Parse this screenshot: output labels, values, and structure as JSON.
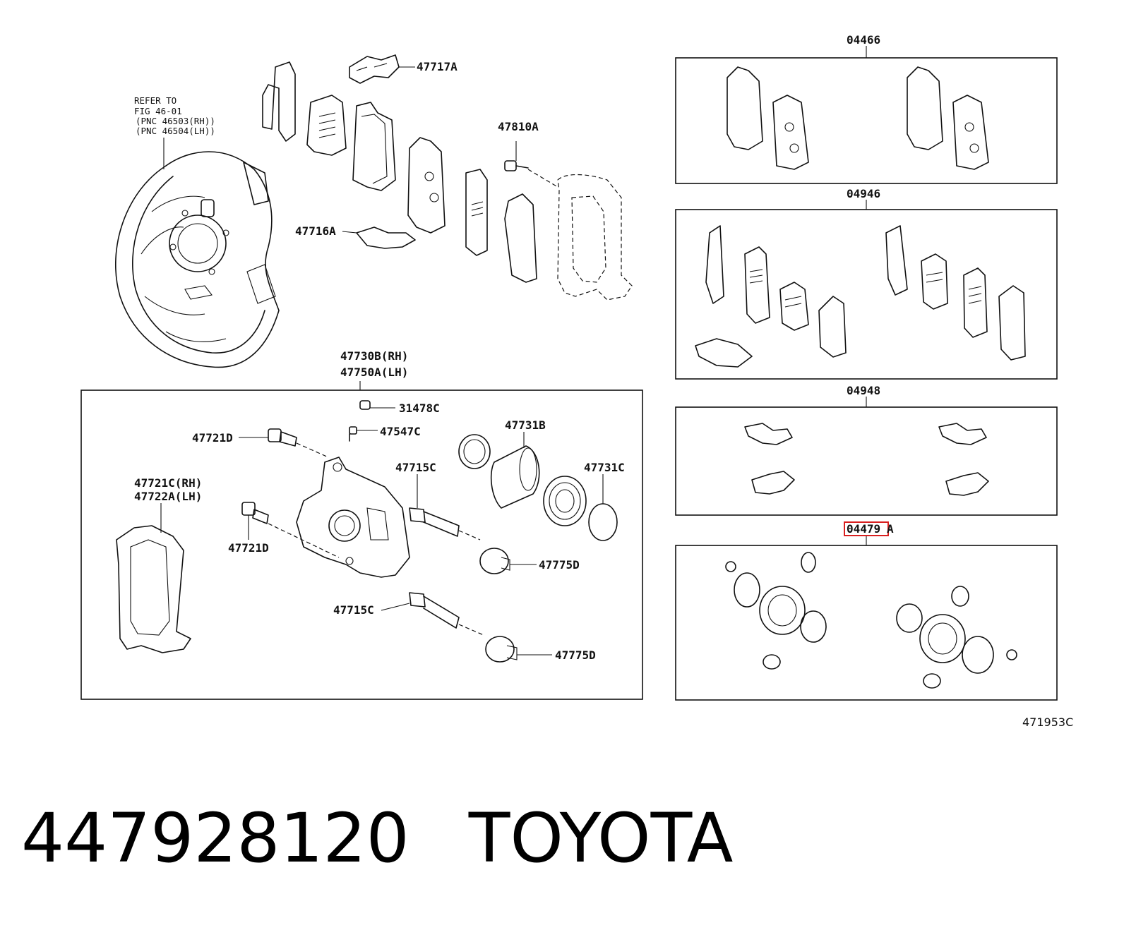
{
  "diagram": {
    "refer_note": {
      "line1": "REFER TO",
      "line2": "FIG 46-01",
      "line3": "(PNC 46503(RH))",
      "line4": "(PNC 46504(LH))"
    },
    "labels": {
      "p47717A": "47717A",
      "p47810A": "47810A",
      "p47716A": "47716A",
      "p47730B": "47730B(RH)",
      "p47750A": "47750A(LH)",
      "p31478C": "31478C",
      "p47547C": "47547C",
      "p47721D_top": "47721D",
      "p47731B": "47731B",
      "p47715C_top": "47715C",
      "p47731C": "47731C",
      "p47721C": "47721C(RH)",
      "p47722A": "47722A(LH)",
      "p47721D_bottom": "47721D",
      "p47775D_top": "47775D",
      "p47715C_bottom": "47715C",
      "p47775D_bottom": "47775D"
    },
    "kits": {
      "k04466": "04466",
      "k04946": "04946",
      "k04948": "04948",
      "k04479_highlight": "04479",
      "k04479_suffix": "A"
    },
    "figure_code": "471953C"
  },
  "footer": {
    "part_number": "447928120",
    "brand": "TOYOTA"
  },
  "colors": {
    "highlight": "#d92020",
    "ink": "#111111"
  }
}
